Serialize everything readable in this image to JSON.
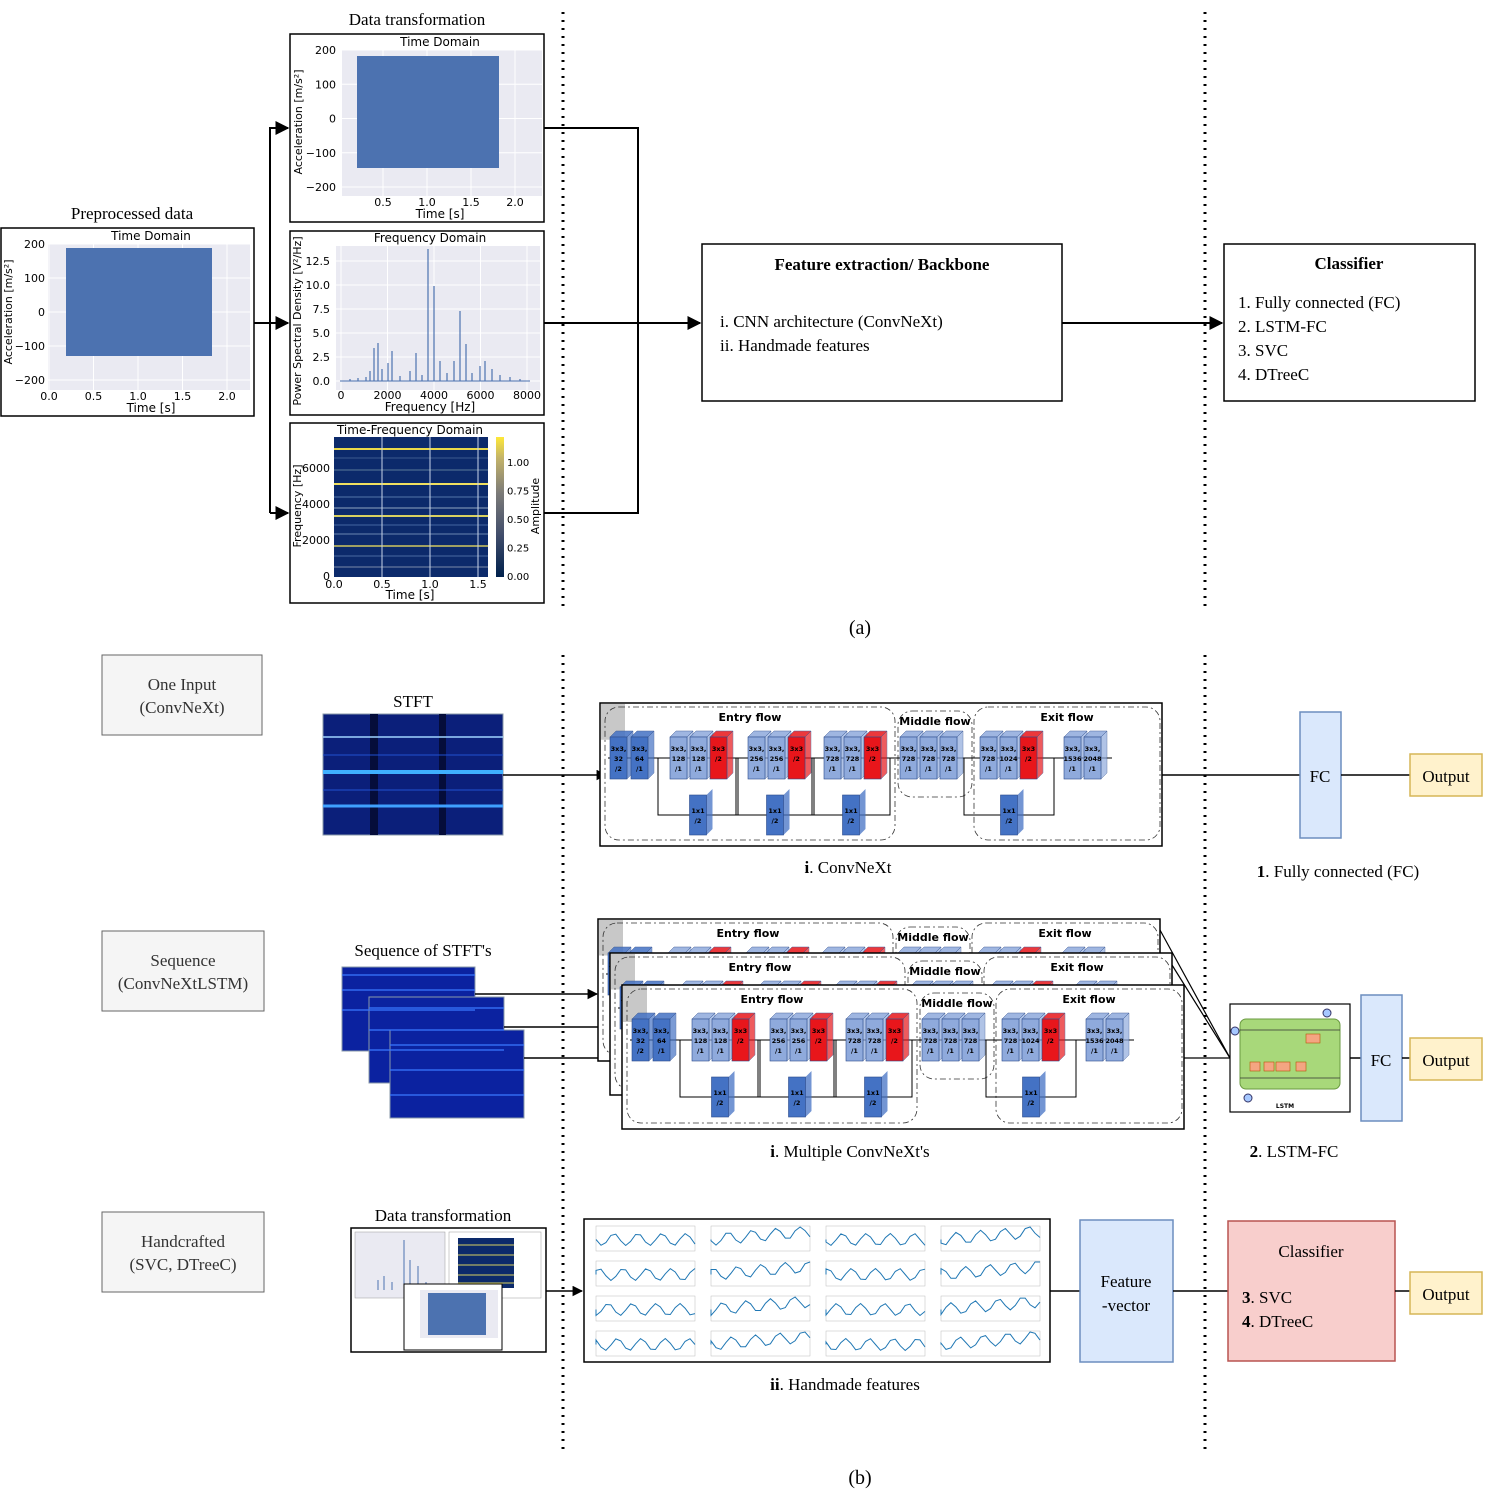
{
  "part_a": {
    "caption": "(a)",
    "preprocessed": {
      "title": "Preprocessed data",
      "plot_title": "Time Domain",
      "ylabel": "Acceleration [m/s²]",
      "xlabel": "Time [s]",
      "yticks": [
        "200",
        "100",
        "0",
        "−100",
        "−200"
      ],
      "xticks": [
        "0.0",
        "0.5",
        "1.0",
        "1.5",
        "2.0"
      ]
    },
    "transformation": {
      "title": "Data transformation",
      "time": {
        "plot_title": "Time Domain",
        "ylabel": "Acceleration [m/s²]",
        "xlabel": "Time [s]",
        "yticks": [
          "200",
          "100",
          "0",
          "−100",
          "−200"
        ],
        "xticks": [
          "0.5",
          "1.0",
          "1.5",
          "2.0"
        ]
      },
      "freq": {
        "plot_title": "Frequency Domain",
        "ylabel": "Power Spectral Density [V²/Hz]",
        "xlabel": "Frequency [Hz]",
        "yticks": [
          "12.5",
          "10.0",
          "7.5",
          "5.0",
          "2.5",
          "0.0"
        ],
        "xticks": [
          "0",
          "2000",
          "4000",
          "6000",
          "8000"
        ]
      },
      "tf": {
        "plot_title": "Time-Frequency Domain",
        "ylabel": "Frequency [Hz]",
        "xlabel": "Time [s]",
        "yticks": [
          "6000",
          "4000",
          "2000",
          "0"
        ],
        "xticks": [
          "0.0",
          "0.5",
          "1.0",
          "1.5"
        ],
        "cbar_label": "Amplitude",
        "cbar_ticks": [
          "1.00",
          "0.75",
          "0.50",
          "0.25",
          "0.00"
        ]
      }
    },
    "backbone": {
      "title": "Feature extraction/ Backbone",
      "items": [
        "i. CNN architecture (ConvNeXt)",
        "ii. Handmade features"
      ]
    },
    "classifier": {
      "title": "Classifier",
      "items": [
        "1. Fully connected (FC)",
        "2. LSTM-FC",
        "3. SVC",
        "4. DTreeC"
      ]
    }
  },
  "part_b": {
    "caption": "(b)",
    "rows": [
      {
        "label_line1": "One Input",
        "label_line2": "(ConvNeXt)",
        "input_title": "STFT",
        "caption_bold": "i",
        "caption_rest": ". ConvNeXt",
        "head_label": "FC",
        "output_label": "Output",
        "head_caption_bold": "1",
        "head_caption_rest": ". Fully connected (FC)"
      },
      {
        "label_line1": "Sequence",
        "label_line2": "(ConvNeXtLSTM)",
        "input_title": "Sequence of STFT's",
        "caption_bold": "i",
        "caption_rest": ". Multiple ConvNeXt's",
        "head_label": "FC",
        "output_label": "Output",
        "head_caption_bold": "2",
        "head_caption_rest": ". LSTM-FC",
        "lstm_title": "LSTM"
      },
      {
        "label_line1": "Handcrafted",
        "label_line2": "(SVC, DTreeC)",
        "input_title": "Data transformation",
        "caption_bold": "ii",
        "caption_rest": ". Handmade features",
        "vector_line1": "Feature",
        "vector_line2": "-vector",
        "classifier_title": "Classifier",
        "classifier_items": [
          {
            "bold": "3",
            "rest": ". SVC"
          },
          {
            "bold": "4",
            "rest": ". DTreeC"
          }
        ],
        "output_label": "Output"
      }
    ],
    "convnext": {
      "entry_flow": "Entry flow",
      "middle_flow": "Middle flow",
      "exit_flow": "Exit flow",
      "blocks": [
        "3x3,32/2",
        "3x3,64/1",
        "3x3,128/1",
        "3x3,128/1",
        "3x3/2",
        "3x3,256/1",
        "3x3,256/1",
        "3x3/2",
        "3x3,728/1",
        "3x3,728/1",
        "3x3/2",
        "3x3,728/1",
        "3x3,728/1",
        "3x3,728/1",
        "3x3,728/1",
        "3x3,1024/1",
        "3x3/2",
        "3x3,1536/1",
        "3x3,2048/1"
      ],
      "shortcut": "1x1/2"
    }
  },
  "colors": {
    "signal_blue": "#4c72b0",
    "block_dark": "#4472c4",
    "block_light": "#8faadc",
    "block_red": "#e8161b",
    "fc_fill": "#dae8fc",
    "fc_stroke": "#6c8ebf",
    "output_fill": "#fff2cc",
    "output_stroke": "#d6b656",
    "classifier_fill": "#f8cecc",
    "classifier_stroke": "#b85450",
    "label_box_fill": "#f5f5f5",
    "label_box_stroke": "#666666"
  }
}
